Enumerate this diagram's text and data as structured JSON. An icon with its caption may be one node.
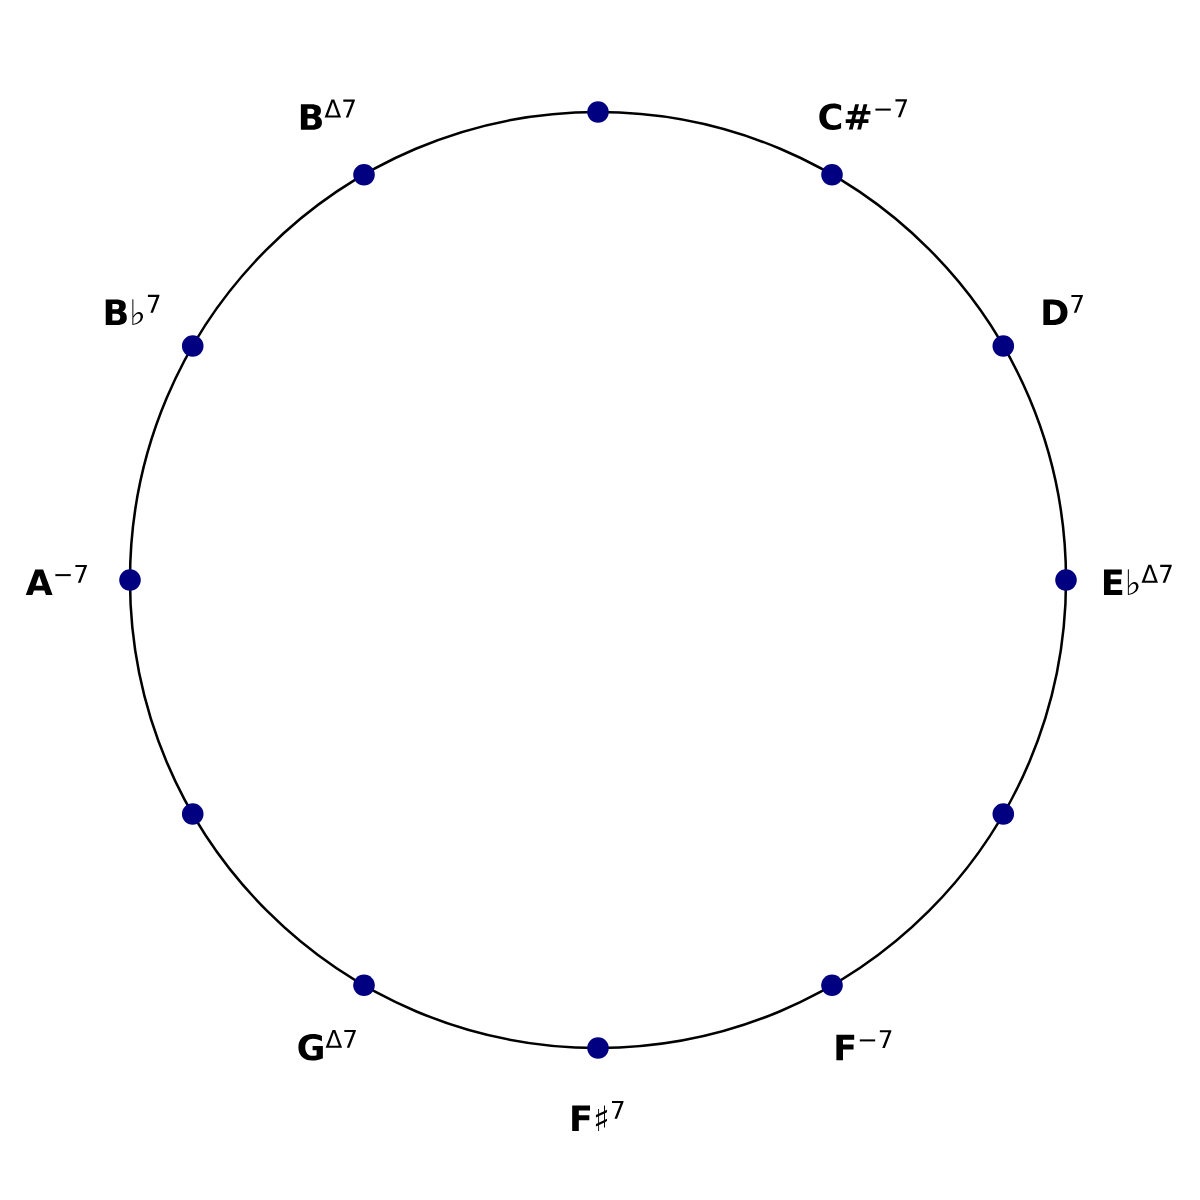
{
  "diagram": {
    "nodes": [
      {
        "text": [],
        "shape": "circle"
      },
      {
        "text": [],
        "shape": "circle",
        "beside": [
          "**C#**$^{−7}$"
        ]
      },
      {
        "text": [],
        "shape": "circle",
        "beside": [
          "**D**$^{7}$"
        ]
      },
      {
        "text": [],
        "shape": "circle",
        "beside": [
          "**E**♭$^{Δ7}$"
        ]
      },
      {
        "text": [],
        "shape": "circle"
      },
      {
        "text": [],
        "shape": "circle",
        "beside": [
          "**F**$^{−7}$"
        ]
      },
      {
        "text": [],
        "shape": "circle",
        "beside": [
          "**F**♯$^{7}$"
        ]
      },
      {
        "text": [],
        "shape": "circle",
        "beside": [
          "**G**$^{Δ7}$"
        ]
      },
      {
        "text": [],
        "shape": "circle"
      },
      {
        "text": [],
        "shape": "circle",
        "beside": [
          "**A**$^{−7}$"
        ]
      },
      {
        "text": [],
        "shape": "circle",
        "beside": [
          "**B**♭$^{7}$"
        ]
      },
      {
        "text": [],
        "shape": "circle",
        "beside": [
          "**B**$^{Δ7}$"
        ]
      }
    ]
  }
}
